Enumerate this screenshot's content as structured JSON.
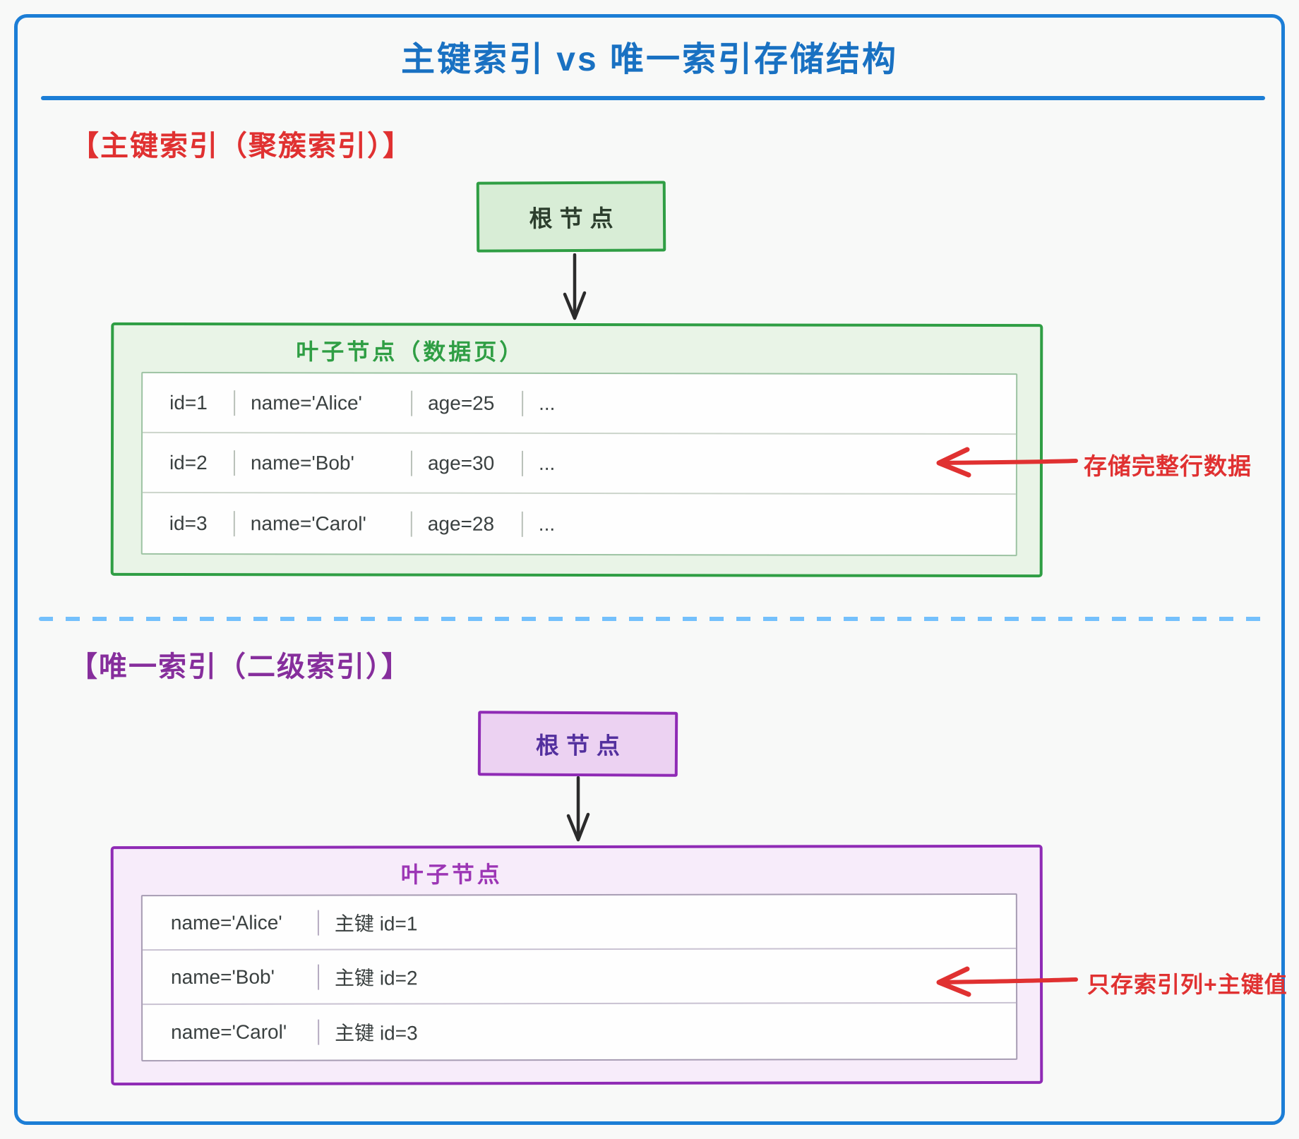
{
  "title": "主键索引 vs 唯一索引存储结构",
  "colors": {
    "frame_blue": "#1c7ed6",
    "title_blue": "#1971c2",
    "divider_blue": "#74c0fc",
    "red": "#e03131",
    "green": "#2f9e44",
    "purple": "#8f2bb5",
    "purple_label": "#862e9c"
  },
  "primary_index": {
    "label": "【主键索引（聚簇索引）】",
    "root_label": "根节点",
    "leaf_title": "叶子节点（数据页）",
    "rows": [
      [
        "id=1",
        "name='Alice'",
        "age=25",
        "..."
      ],
      [
        "id=2",
        "name='Bob'",
        "age=30",
        "..."
      ],
      [
        "id=3",
        "name='Carol'",
        "age=28",
        "..."
      ]
    ],
    "annotation": "存储完整行数据"
  },
  "unique_index": {
    "label": "【唯一索引（二级索引）】",
    "root_label": "根节点",
    "leaf_title": "叶子节点",
    "rows": [
      [
        "name='Alice'",
        "主键 id=1"
      ],
      [
        "name='Bob'",
        "主键 id=2"
      ],
      [
        "name='Carol'",
        "主键 id=3"
      ]
    ],
    "annotation": "只存索引列+主键值"
  }
}
